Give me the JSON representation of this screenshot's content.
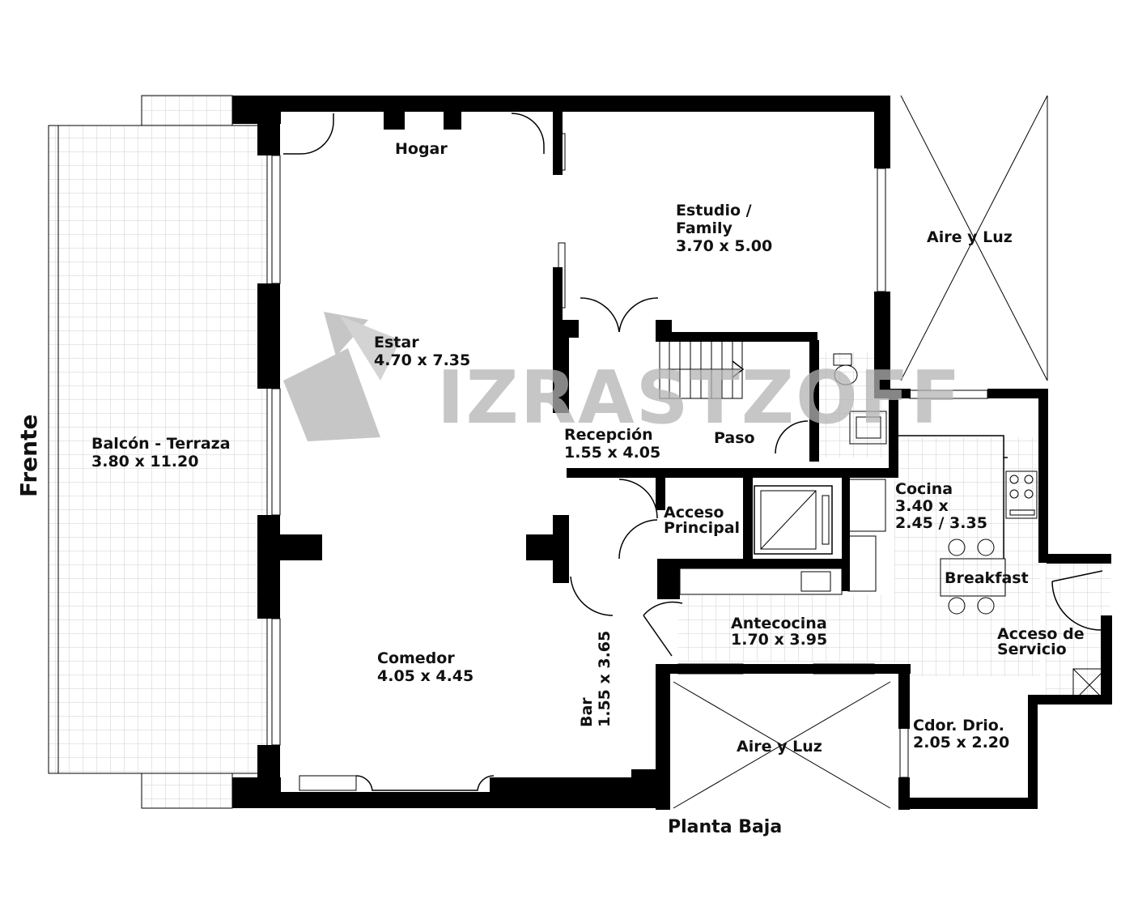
{
  "watermark": "IZRASTZOFF",
  "side_label": "Frente",
  "plan_title": "Planta Baja",
  "rooms": {
    "hogar": "Hogar",
    "estudio": [
      "Estudio /",
      "Family",
      "3.70 x 5.00"
    ],
    "aire_luz_1": "Aire y Luz",
    "estar": [
      "Estar",
      "4.70 x 7.35"
    ],
    "balcon": [
      "Balcón - Terraza",
      "3.80 x 11.20"
    ],
    "recepcion": [
      "Recepción",
      "1.55 x 4.05"
    ],
    "paso": "Paso",
    "cocina": [
      "Cocina",
      "3.40 x",
      "2.45 / 3.35"
    ],
    "acceso_principal": [
      "Acceso",
      "Principal"
    ],
    "breakfast": "Breakfast",
    "antecocina": [
      "Antecocina",
      "1.70 x 3.95"
    ],
    "acceso_servicio": [
      "Acceso de",
      "Servicio"
    ],
    "comedor": [
      "Comedor",
      "4.05 x 4.45"
    ],
    "bar": [
      "Bar",
      "1.55 x 3.65"
    ],
    "aire_luz_2": "Aire y Luz",
    "cdor": [
      "Cdor. Drio.",
      "2.05 x 2.20"
    ]
  },
  "colors": {
    "wall": "#000000",
    "watermark": "#b3b3b3",
    "grid": "#cfcfcf"
  }
}
